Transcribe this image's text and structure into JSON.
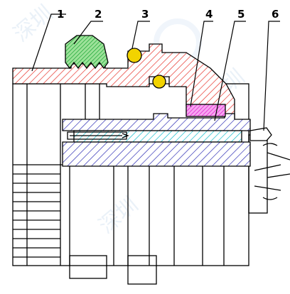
{
  "diagram": {
    "type": "connector cross-section drawing",
    "hatch_colors": {
      "shell": "#e8342c",
      "seal_ring": "#1fa838",
      "o_ring": "#f2d300",
      "locking_clip": "#e01ed0",
      "insulator": "#00b8c8",
      "inner_body": "#2020b0"
    },
    "callouts": [
      {
        "id": "1",
        "label": "1"
      },
      {
        "id": "2",
        "label": "2"
      },
      {
        "id": "3",
        "label": "3"
      },
      {
        "id": "4",
        "label": "4"
      },
      {
        "id": "5",
        "label": "5"
      },
      {
        "id": "6",
        "label": "6"
      }
    ]
  }
}
